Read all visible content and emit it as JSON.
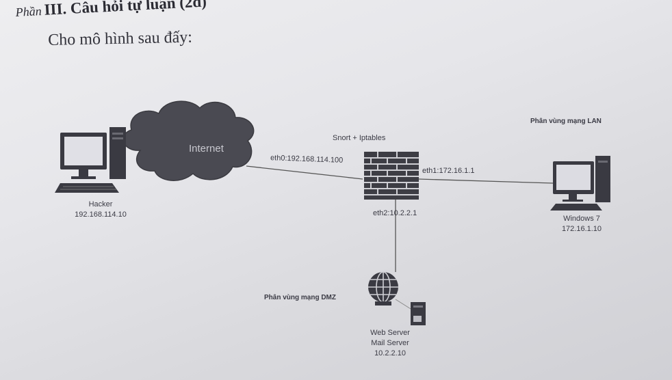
{
  "heading": {
    "prefix": "Phần",
    "title": "III. Câu hỏi tự luận (2đ)"
  },
  "intro": "Cho mô hình sau đấy:",
  "diagram": {
    "cloud_label": "Internet",
    "firewall_label": "Snort + Iptables",
    "eth0": "eth0:192.168.114.100",
    "eth1": "eth1:172.16.1.1",
    "eth2": "eth2:10.2.2.1",
    "lan_zone": "Phân vùng mạng LAN",
    "dmz_zone": "Phân vùng mạng DMZ",
    "hacker": {
      "name": "Hacker",
      "ip": "192.168.114.10"
    },
    "windows": {
      "name": "Windows 7",
      "ip": "172.16.1.10"
    },
    "server": {
      "line1": "Web Server",
      "line2": "Mail Server",
      "ip": "10.2.2.10"
    }
  }
}
